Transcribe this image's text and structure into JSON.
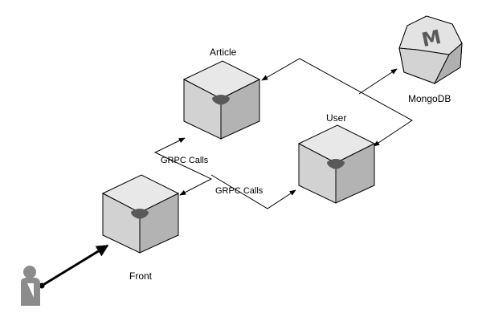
{
  "labels": {
    "article": "Article",
    "user": "User",
    "mongodb": "MongoDB",
    "front": "Front",
    "grpc_left": "GRPC Calls",
    "grpc_right": "GRPC Calls"
  },
  "icons": {
    "server": "server-cube-icon",
    "database": "mongodb-icon",
    "user": "person-icon"
  },
  "mongodb_glyph": "M",
  "colors": {
    "cube_top": "#e8e8e8",
    "cube_left": "#d2d2d2",
    "cube_right": "#b3b3b3",
    "cube_stroke": "#000000",
    "chip": "#595959",
    "person": "#8c8c8c",
    "line": "#000000"
  }
}
